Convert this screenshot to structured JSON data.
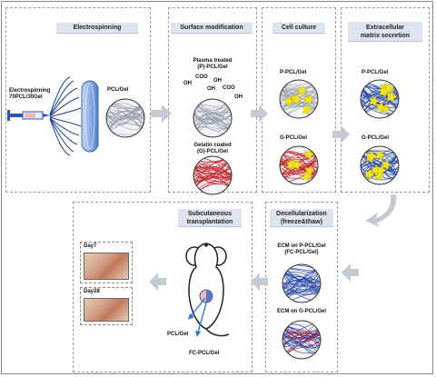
{
  "steps": {
    "electrospinning": {
      "title": "Electrospinning",
      "input_label": "Electrospinning\n70PCL/30Gel",
      "output_label": "PCL/Gel"
    },
    "surface": {
      "title": "Surface modification",
      "plasma_label": "Plasma treated\n(P)-PCL/Gel",
      "gelatin_label": "Gelatin coated\n(G)-PCL/Gel",
      "groups": [
        "OH",
        "COO",
        "OH",
        "COO",
        "OH",
        "OH"
      ]
    },
    "culture": {
      "title": "Cell culture",
      "p_label": "P-PCL/Gel",
      "g_label": "G-PCL/Gel"
    },
    "secretion": {
      "title": "Extracellular\nmatrix secretion",
      "p_label": "P-PCL/Gel",
      "g_label": "G-PCL/Gel"
    },
    "decell": {
      "title": "Decellularization\n(freeze&thaw)",
      "fc_label": "ECM on P-PCL/Gel\n(FC-PCL/Gel)",
      "g_label": "ECM on G-PCL/Gel"
    },
    "transplant": {
      "title": "Subcutaneous\ntransplantation",
      "pcl_label": "PCL/Gel",
      "fc_label": "FC-PCL/Gel",
      "day7": "Day7",
      "day28": "Day28"
    }
  },
  "colors": {
    "header_bg": "#dde4ef",
    "arrow": "#b9c2cc",
    "fiber_gray": "#8e96a6",
    "fiber_red": "#c1272d",
    "fiber_blue": "#2a4aa8",
    "cell_yellow": "#f2e321"
  }
}
